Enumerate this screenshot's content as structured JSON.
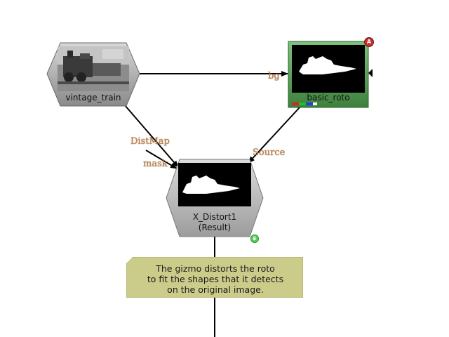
{
  "nodes": {
    "vintage_train": {
      "label": "vintage_train"
    },
    "basic_roto": {
      "label": "basic_roto",
      "badge": "A"
    },
    "x_distort": {
      "label_line1": "X_Distort1",
      "label_line2": "(Result)",
      "badge": "E"
    }
  },
  "inputs": {
    "bg": "bg",
    "distmap": "DistMap",
    "mask": "mask",
    "source": "Source"
  },
  "note": {
    "line1": "The gizmo distorts the roto",
    "line2": "to fit the shapes that it detects",
    "line3": "on the original image."
  },
  "colors": {
    "wire": "#000000",
    "input_label": "#c8864a",
    "read_node": "#a8a8a8",
    "roto_node": "#4f9a4f",
    "gizmo_node": "#b0b0b0",
    "note_bg": "#cccc8a"
  },
  "icons": {
    "arrow": "arrowhead-icon",
    "badge_a": "badge-a-icon",
    "badge_e": "badge-e-icon"
  }
}
